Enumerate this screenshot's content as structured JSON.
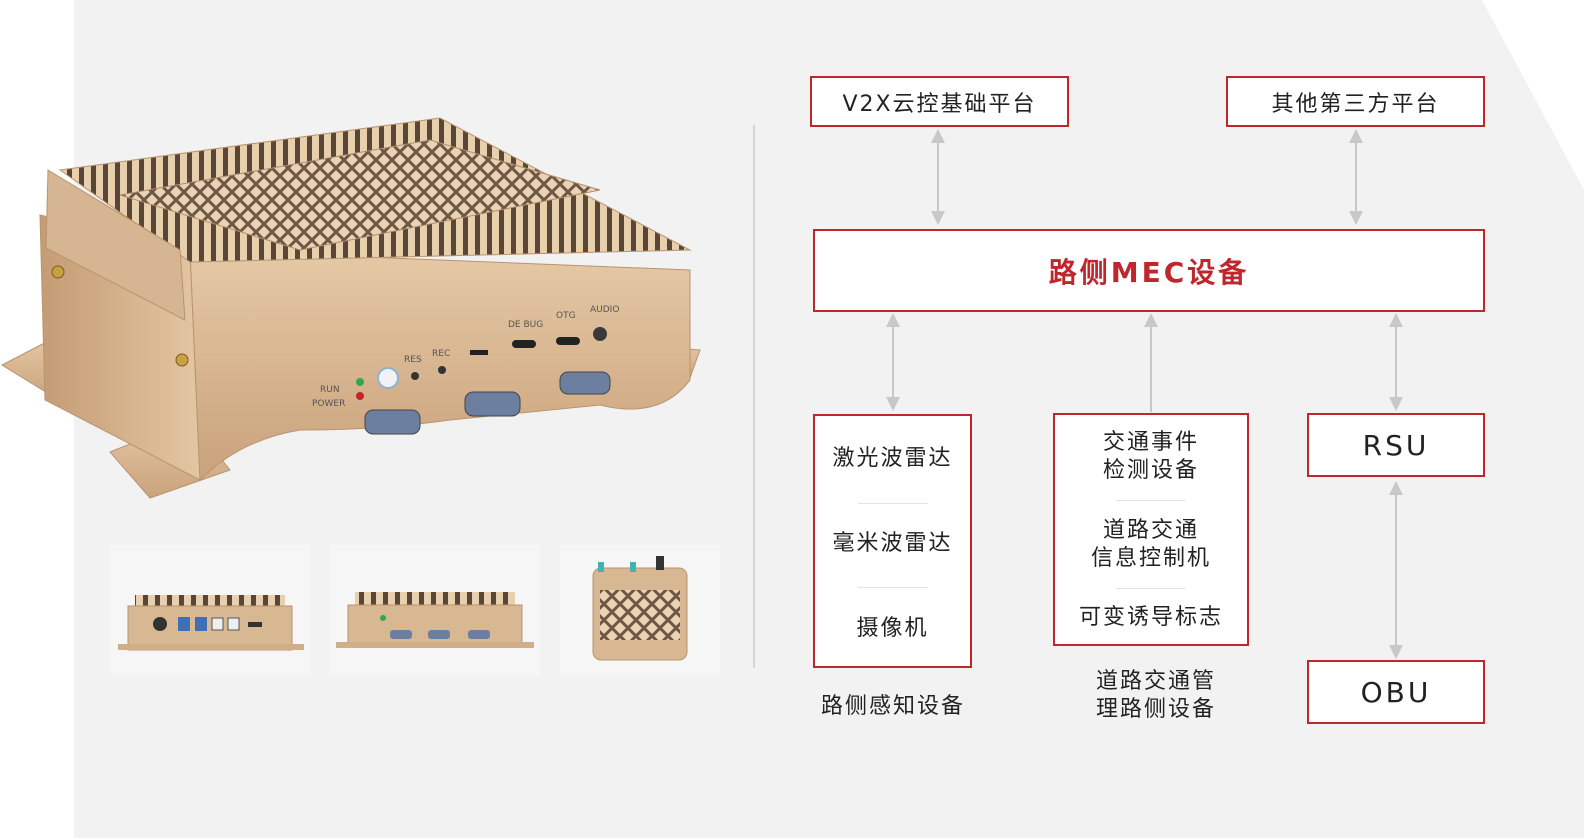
{
  "diagram": {
    "top_boxes": {
      "v2x_platform": "V2X云控基础平台",
      "third_party_platform": "其他第三方平台"
    },
    "mec_device": "路侧MEC设备",
    "perception_group": {
      "items": [
        "激光波雷达",
        "毫米波雷达",
        "摄像机"
      ],
      "caption": "路侧感知设备"
    },
    "traffic_group": {
      "items": [
        {
          "line1": "交通事件",
          "line2": "检测设备"
        },
        {
          "line1": "道路交通",
          "line2": "信息控制机"
        },
        {
          "line1": "可变诱导标志",
          "line2": ""
        }
      ],
      "caption_line1": "道路交通管",
      "caption_line2": "理路侧设备"
    },
    "rsu": "RSU",
    "obu": "OBU"
  },
  "device_panel": {
    "front_labels": {
      "run": "RUN",
      "power": "POWER",
      "res": "RES",
      "rec": "REC",
      "debug": "DE BUG",
      "otg": "OTG",
      "audio": "AUDIO"
    }
  },
  "colors": {
    "accent": "#c0272d",
    "panel_bg": "#f2f2f2",
    "arrow": "#c8c8c8",
    "device_gold": "#d3b08c"
  }
}
